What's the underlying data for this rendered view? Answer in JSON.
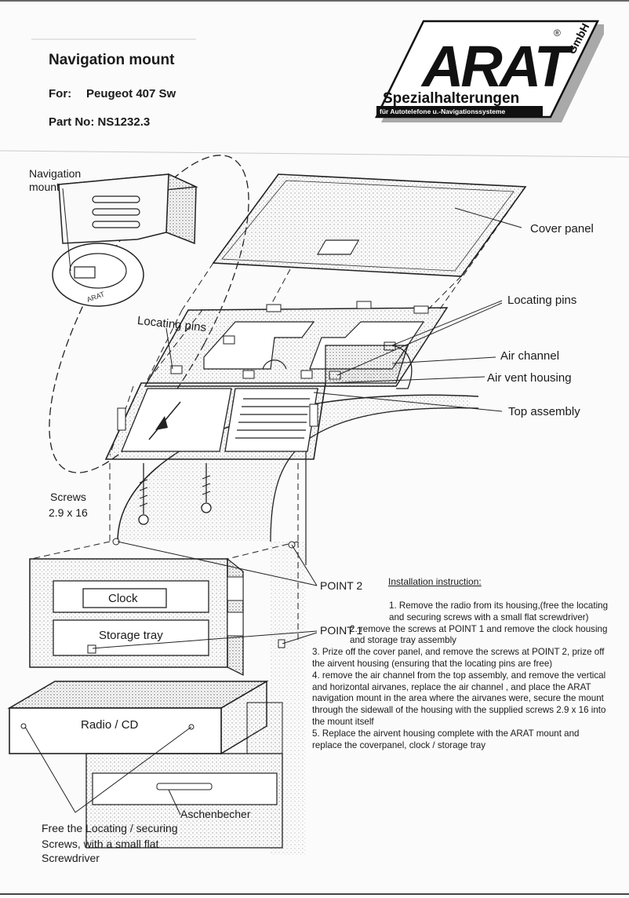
{
  "header": {
    "title": "Navigation mount",
    "for_key": "For:",
    "for_value": "Peugeot 407 Sw",
    "part_no": "Part No: NS1232.3"
  },
  "logo": {
    "brand": "ARAT",
    "gmbh": "GmbH",
    "registered": "®",
    "tagline": "Spezialhalterungen",
    "subline": "für Autotelefone u.-Navigationssysteme"
  },
  "labels": {
    "navigation_mount": "Navigation\nmount",
    "cover_panel": "Cover panel",
    "locating_pins_right": "Locating pins",
    "locating_pins_left": "Locating pins",
    "air_channel": "Air channel",
    "air_vent_housing": "Air vent housing",
    "top_assembly": "Top assembly",
    "screws_line1": "Screws",
    "screws_line2": "2.9 x 16",
    "point2": "POINT 2",
    "point1": "POINT 1",
    "clock": "Clock",
    "storage_tray": "Storage tray",
    "radio_cd": "Radio / CD",
    "aschenbecher": "Aschenbecher",
    "free_line1": "Free the Locating / securing",
    "free_line2": "Screws, with a small flat",
    "free_line3": "Screwdriver"
  },
  "instructions": {
    "heading": "Installation instruction:",
    "steps": [
      "1. Remove the radio from its housing,(free the locating and securing screws with a small flat screwdriver)",
      "2. remove the screws at POINT 1 and remove the clock housing and storage tray assembly",
      "3. Prize off the cover panel, and remove the screws at POINT 2, prize off the airvent housing (ensuring that the locating pins are free)",
      "4. remove the air channel from the top assembly, and remove the vertical and horizontal airvanes, replace the air channel , and place the ARAT navigation mount in the area where the airvanes were, secure the mount through the sidewall of the housing with the supplied screws 2.9 x 16 into the mount itself",
      "5. Replace the airvent housing complete with the ARAT mount and replace the coverpanel, clock / storage tray"
    ]
  }
}
